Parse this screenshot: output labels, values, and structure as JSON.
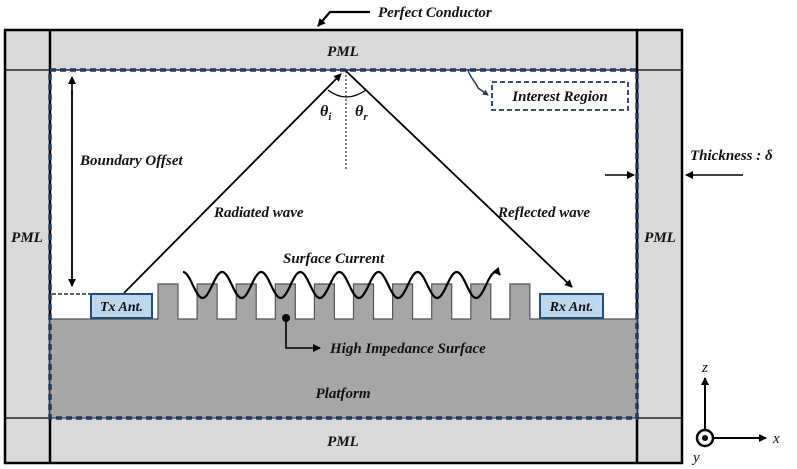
{
  "title": "FDTD simulation domain with high impedance surface",
  "labels": {
    "perfect_conductor": "Perfect Conductor",
    "pml_top": "PML",
    "pml_bottom": "PML",
    "pml_left": "PML",
    "pml_right": "PML",
    "interest_region": "Interest Region",
    "boundary_offset": "Boundary Offset",
    "thickness": "Thickness : δ",
    "radiated_wave": "Radiated wave",
    "reflected_wave": "Reflected wave",
    "surface_current": "Surface Current",
    "high_impedance_surface": "High Impedance Surface",
    "platform": "Platform",
    "tx_antenna": "Tx Ant.",
    "rx_antenna": "Rx Ant.",
    "theta_i": "θ",
    "theta_i_sub": "i",
    "theta_r": "θ",
    "theta_r_sub": "r"
  },
  "axes": {
    "z": "z",
    "x": "x",
    "y": "y"
  },
  "colors": {
    "pml_fill": "#d9d9d9",
    "platform_fill": "#a6a6a6",
    "antenna_fill": "#bdd7ee",
    "antenna_border": "#1f4e79",
    "interest_dash": "#1f3864",
    "line": "#000000"
  },
  "hiz_surface": {
    "tooth_count": 10
  }
}
